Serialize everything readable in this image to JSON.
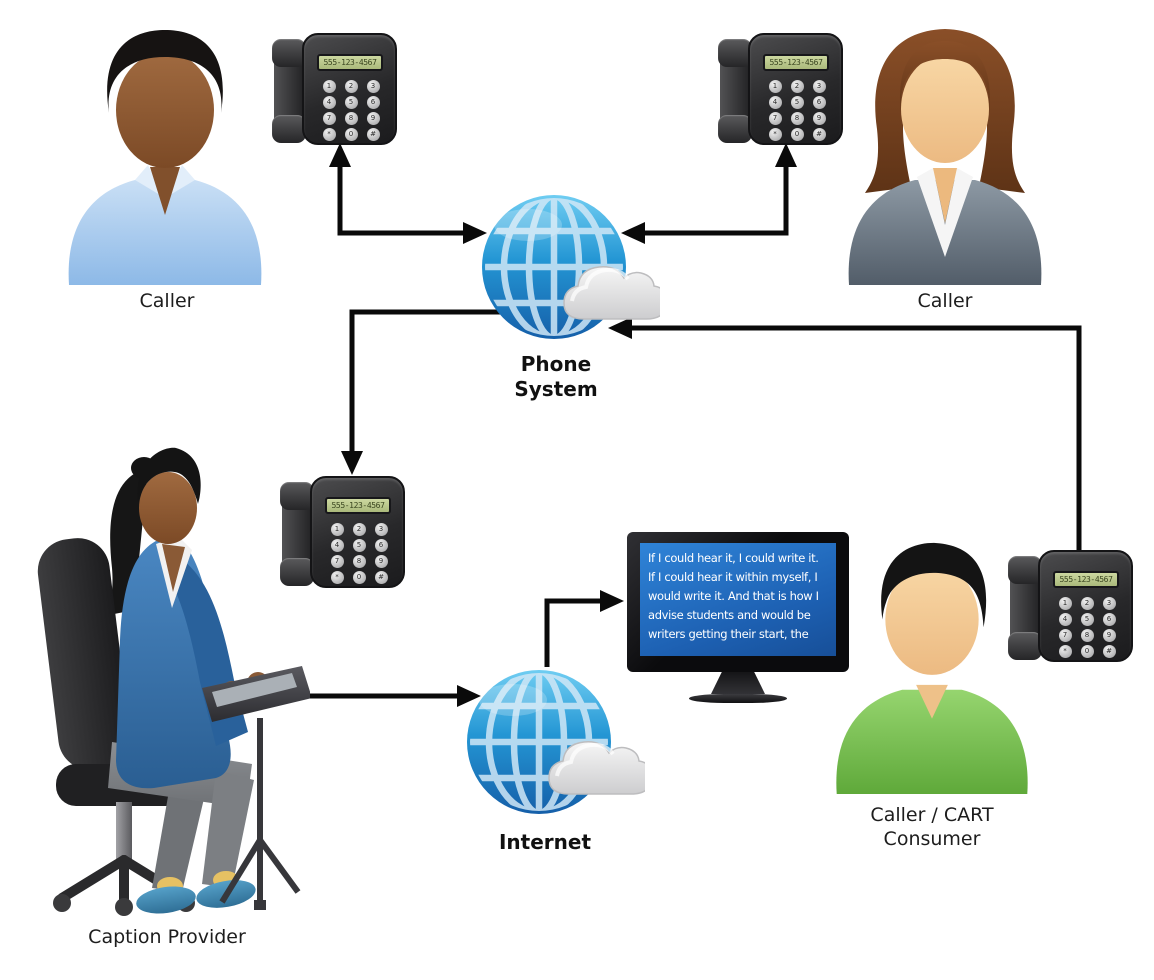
{
  "nodes": {
    "caller_top_left": {
      "label": "Caller"
    },
    "caller_top_right": {
      "label": "Caller"
    },
    "phone_system": {
      "label": "Phone System"
    },
    "internet": {
      "label": "Internet"
    },
    "caption_provider": {
      "label": "Caption Provider"
    },
    "cart_consumer": {
      "label": "Caller / CART Consumer"
    }
  },
  "phone": {
    "display": "555-123-4567",
    "keys": [
      "1",
      "2",
      "3",
      "4",
      "5",
      "6",
      "7",
      "8",
      "9",
      "*",
      "0",
      "#"
    ]
  },
  "monitor": {
    "caption_lines": [
      "If I could hear it, I could write it.",
      "If I could hear it within myself, I",
      "would write it. And that is how I",
      "advise students and would be",
      "writers getting their start, the"
    ]
  },
  "colors": {
    "arrow": "#0a0a0a",
    "globe_blue": "#1c7ec6",
    "screen_blue": "#1d60b2",
    "lcd_green": "#bcc98c"
  }
}
